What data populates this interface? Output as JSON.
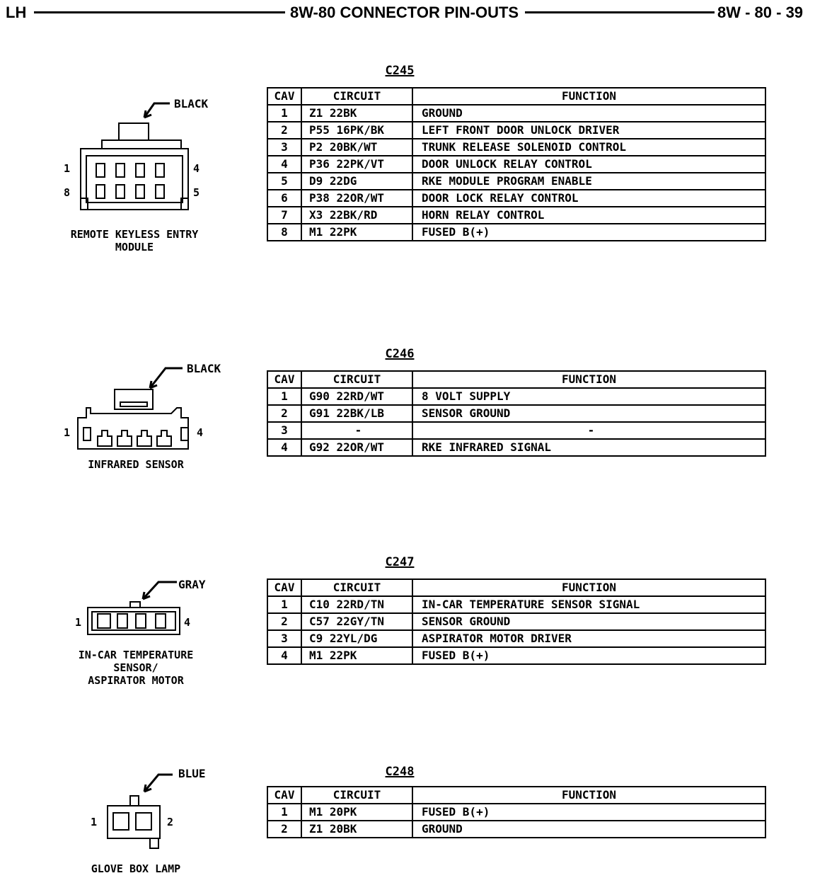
{
  "header": {
    "left": "LH",
    "title": "8W-80 CONNECTOR PIN-OUTS",
    "page": "8W - 80 - 39"
  },
  "columns": {
    "cav": "CAV",
    "circuit": "CIRCUIT",
    "function": "FUNCTION"
  },
  "connectors": [
    {
      "id": "C245",
      "color": "BLACK",
      "name": "REMOTE KEYLESS ENTRY MODULE",
      "name_lines": [
        "REMOTE KEYLESS ENTRY",
        "MODULE"
      ],
      "pin_labels": [
        "1",
        "4",
        "8",
        "5"
      ],
      "rows": [
        {
          "cav": "1",
          "circuit": "Z1 22BK",
          "function": "GROUND"
        },
        {
          "cav": "2",
          "circuit": "P55 16PK/BK",
          "function": "LEFT FRONT DOOR UNLOCK DRIVER"
        },
        {
          "cav": "3",
          "circuit": "P2 20BK/WT",
          "function": "TRUNK RELEASE SOLENOID CONTROL"
        },
        {
          "cav": "4",
          "circuit": "P36 22PK/VT",
          "function": "DOOR UNLOCK RELAY CONTROL"
        },
        {
          "cav": "5",
          "circuit": "D9 22DG",
          "function": "RKE MODULE PROGRAM ENABLE"
        },
        {
          "cav": "6",
          "circuit": "P38 22OR/WT",
          "function": "DOOR LOCK RELAY CONTROL"
        },
        {
          "cav": "7",
          "circuit": "X3 22BK/RD",
          "function": "HORN RELAY CONTROL"
        },
        {
          "cav": "8",
          "circuit": "M1 22PK",
          "function": "FUSED B(+)"
        }
      ]
    },
    {
      "id": "C246",
      "color": "BLACK",
      "name": "INFRARED SENSOR",
      "name_lines": [
        "INFRARED SENSOR"
      ],
      "pin_labels": [
        "1",
        "4"
      ],
      "rows": [
        {
          "cav": "1",
          "circuit": "G90 22RD/WT",
          "function": "8 VOLT SUPPLY"
        },
        {
          "cav": "2",
          "circuit": "G91 22BK/LB",
          "function": "SENSOR GROUND"
        },
        {
          "cav": "3",
          "circuit": "-",
          "function": "-"
        },
        {
          "cav": "4",
          "circuit": "G92 22OR/WT",
          "function": "RKE INFRARED SIGNAL"
        }
      ]
    },
    {
      "id": "C247",
      "color": "GRAY",
      "name": "IN-CAR TEMPERATURE SENSOR/ ASPIRATOR MOTOR",
      "name_lines": [
        "IN-CAR TEMPERATURE",
        "SENSOR/",
        "ASPIRATOR MOTOR"
      ],
      "pin_labels": [
        "1",
        "4"
      ],
      "rows": [
        {
          "cav": "1",
          "circuit": "C10 22RD/TN",
          "function": "IN-CAR TEMPERATURE SENSOR SIGNAL"
        },
        {
          "cav": "2",
          "circuit": "C57 22GY/TN",
          "function": "SENSOR GROUND"
        },
        {
          "cav": "3",
          "circuit": "C9 22YL/DG",
          "function": "ASPIRATOR MOTOR DRIVER"
        },
        {
          "cav": "4",
          "circuit": "M1 22PK",
          "function": "FUSED B(+)"
        }
      ]
    },
    {
      "id": "C248",
      "color": "BLUE",
      "name": "GLOVE BOX LAMP",
      "name_lines": [
        "GLOVE BOX LAMP"
      ],
      "pin_labels": [
        "1",
        "2"
      ],
      "rows": [
        {
          "cav": "1",
          "circuit": "M1 20PK",
          "function": "FUSED B(+)"
        },
        {
          "cav": "2",
          "circuit": "Z1 20BK",
          "function": "GROUND"
        }
      ]
    }
  ]
}
